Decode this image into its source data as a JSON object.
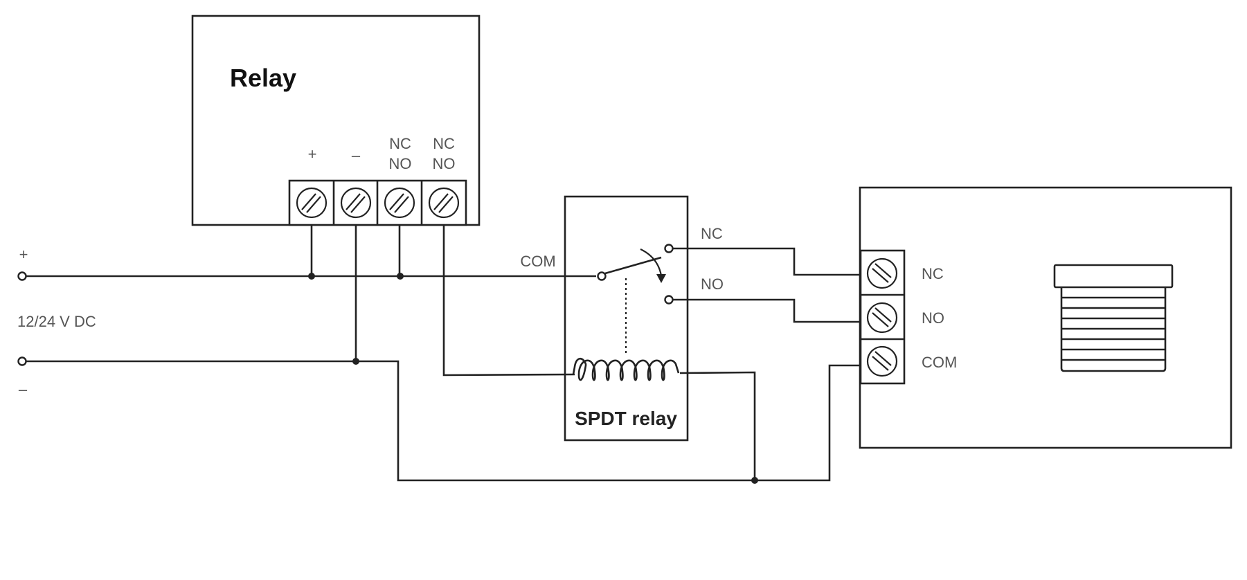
{
  "relay_module": {
    "title": "Relay",
    "terminal_labels": {
      "plus": "+",
      "minus": "–",
      "t3_top": "NC",
      "t3_bottom": "NO",
      "t4_top": "NC",
      "t4_bottom": "NO"
    }
  },
  "power_supply": {
    "plus": "+",
    "minus": "–",
    "voltage": "12/24 V DC"
  },
  "spdt_relay": {
    "title": "SPDT relay",
    "com_label": "COM",
    "nc_label": "NC",
    "no_label": "NO"
  },
  "device": {
    "terminal_labels": {
      "nc": "NC",
      "no": "NO",
      "com": "COM"
    },
    "icon": "roller-shutter-icon"
  },
  "colors": {
    "line": "#222222",
    "label": "#555555",
    "title": "#111111"
  }
}
